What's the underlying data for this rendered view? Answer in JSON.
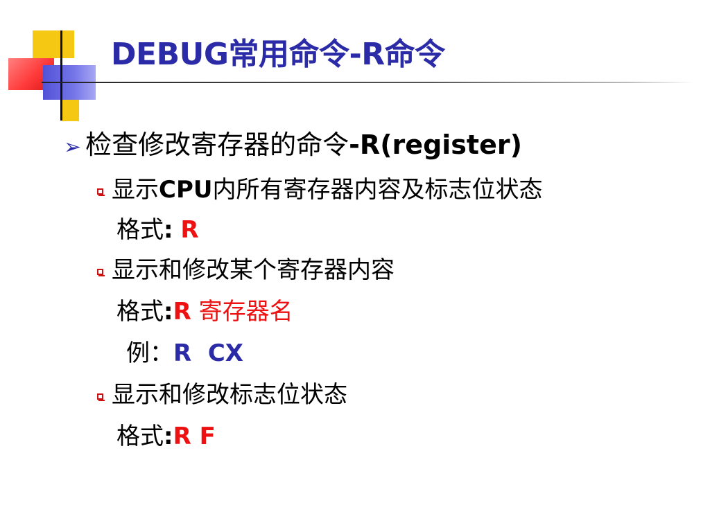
{
  "slide": {
    "title": "DEBUG常用命令-R命令",
    "bullet1": {
      "text": "检查修改寄存器的命令",
      "code": "-R(register)"
    },
    "items": [
      {
        "pre": "显示",
        "bold": "CPU",
        "post": "内所有寄存器内容及标志位状态",
        "format_label": "格式",
        "format_colon": ":",
        "format_value": "R"
      },
      {
        "text": "显示和修改某个寄存器内容",
        "format_label": "格式",
        "format_colon": ":",
        "format_value_bold": "R",
        "format_value_rest": "寄存器名",
        "example_label": "例：",
        "example_value": "R  CX"
      },
      {
        "text": "显示和修改标志位状态",
        "format_label": "格式",
        "format_colon": ":",
        "format_value": "R F"
      }
    ]
  },
  "colors": {
    "title": "#2b2ba8",
    "highlight": "#ee1111",
    "example": "#2b2ba8"
  }
}
